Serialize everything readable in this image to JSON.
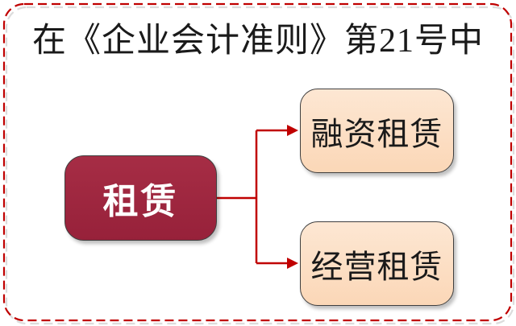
{
  "page": {
    "background_color": "#FFFFFF",
    "border_color": "#C00000",
    "border_shadow_color": "#DCDCDC"
  },
  "title": {
    "text": "在《企业会计准则》第21号中",
    "color": "#1A1A1A"
  },
  "diagram": {
    "connector_color": "#C00000",
    "box_border_color": "#3F3F3F",
    "root": {
      "label": "租赁",
      "fill_top": "#A62D45",
      "fill_bottom": "#97213A",
      "text_color": "#FFFFFF"
    },
    "children": [
      {
        "label": "融资租赁"
      },
      {
        "label": "经营租赁"
      }
    ],
    "child_fill_top": "#FDE7D3",
    "child_fill_bottom": "#FBD7B7",
    "child_text_color": "#1A1A1A"
  }
}
